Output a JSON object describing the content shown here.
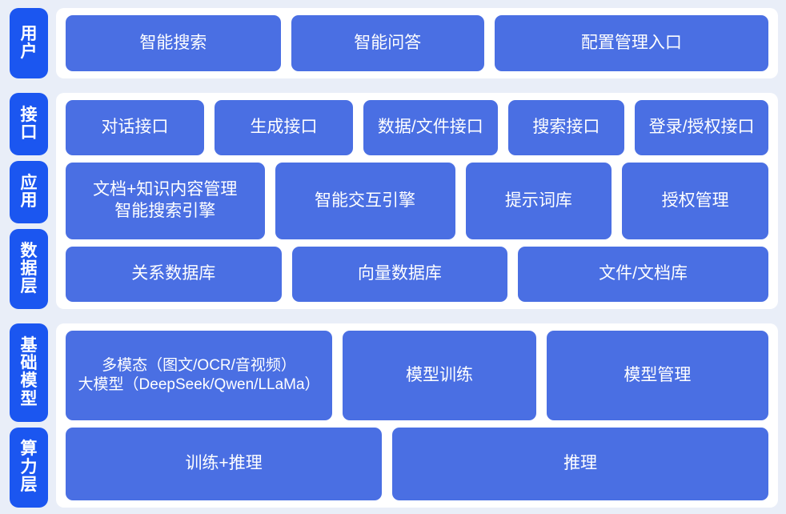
{
  "colors": {
    "page_background": "#e9eef8",
    "card_background": "#ffffff",
    "rail_badge": "#1b56f0",
    "box": "#4a6fe3",
    "text": "#ffffff"
  },
  "sections": [
    {
      "id": "user",
      "rail": [
        {
          "label": "用户"
        }
      ],
      "rows": [
        {
          "id": "user-entries",
          "boxes": [
            {
              "label": "智能搜索"
            },
            {
              "label": "智能问答"
            },
            {
              "label": "配置管理入口"
            }
          ]
        }
      ]
    },
    {
      "id": "platform",
      "rail": [
        {
          "label": "接口"
        },
        {
          "label": "应用"
        },
        {
          "label": "数据层"
        }
      ],
      "rows": [
        {
          "id": "interface",
          "boxes": [
            {
              "label": "对话接口"
            },
            {
              "label": "生成接口"
            },
            {
              "label": "数据/文件接口"
            },
            {
              "label": "搜索接口"
            },
            {
              "label": "登录/授权接口"
            }
          ]
        },
        {
          "id": "application",
          "boxes": [
            {
              "label": "文档+知识内容管理\n智能搜索引擎"
            },
            {
              "label": "智能交互引擎"
            },
            {
              "label": "提示词库"
            },
            {
              "label": "授权管理"
            }
          ]
        },
        {
          "id": "data",
          "boxes": [
            {
              "label": "关系数据库"
            },
            {
              "label": "向量数据库"
            },
            {
              "label": "文件/文档库"
            }
          ]
        }
      ]
    },
    {
      "id": "base",
      "rail": [
        {
          "label": "基础模型"
        },
        {
          "label": "算力层"
        }
      ],
      "rows": [
        {
          "id": "model",
          "boxes": [
            {
              "label": "多模态（图文/OCR/音视频）\n大模型（DeepSeek/Qwen/LLaMa）"
            },
            {
              "label": "模型训练"
            },
            {
              "label": "模型管理"
            }
          ]
        },
        {
          "id": "compute",
          "boxes": [
            {
              "label": "训练+推理"
            },
            {
              "label": "推理"
            }
          ]
        }
      ]
    }
  ]
}
